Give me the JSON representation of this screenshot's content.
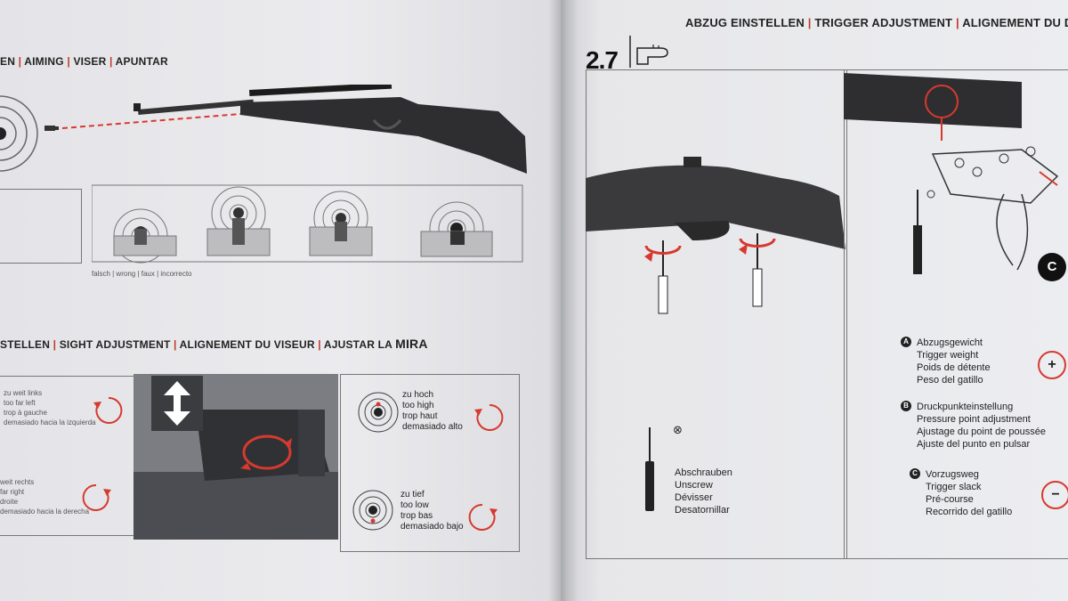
{
  "left_page": {
    "aiming_header": [
      "EN",
      "AIMING",
      "VISER",
      "APUNTAR"
    ],
    "wrong_caption": "falsch | wrong | faux | incorrecto",
    "sight_header": [
      "STELLEN",
      "SIGHT ADJUSTMENT",
      "ALIGNEMENT DU VISEUR",
      "AJUSTAR LA"
    ],
    "sight_header_bold": "MIRA",
    "left_adjust": {
      "too_far_left": [
        "zu weit links",
        "too far left",
        "trop à gauche",
        "demasiado hacia la izquierda"
      ],
      "too_far_right": [
        "weit rechts",
        "far right",
        "droite",
        "demasiado hacia la derecha"
      ]
    },
    "high_low": {
      "too_high": [
        "zu hoch",
        "too high",
        "trop haut",
        "demasiado alto"
      ],
      "too_low": [
        "zu tief",
        "too low",
        "trop bas",
        "demasiado bajo"
      ]
    }
  },
  "right_page": {
    "section_number": "2.7",
    "trigger_header": [
      "ABZUG EINSTELLEN",
      "TRIGGER ADJUSTMENT",
      "ALIGNEMENT DU DÉTE"
    ],
    "unscrew": [
      "Abschrauben",
      "Unscrew",
      "Dévisser",
      "Desatornillar"
    ],
    "unscrew_symbol": "⊗",
    "callout_c": "C",
    "legend": [
      {
        "badge": "A",
        "lines": [
          "Abzugsgewicht",
          "Trigger weight",
          "Poids de détente",
          "Peso del gatillo"
        ],
        "symbol": "+"
      },
      {
        "badge": "B",
        "lines": [
          "Druckpunkteinstellung",
          "Pressure point adjustment",
          "Ajustage du point de poussée",
          "Ajuste del punto en pulsar"
        ],
        "symbol": ""
      },
      {
        "badge": "C",
        "lines": [
          "Vorzugsweg",
          "Trigger slack",
          "Pré-course",
          "Recorrido del gatillo"
        ],
        "symbol": "−"
      }
    ]
  },
  "colors": {
    "accent_red": "#d63a2f",
    "ink": "#222222",
    "page": "#e9e9ec",
    "table": "#8b6242"
  }
}
